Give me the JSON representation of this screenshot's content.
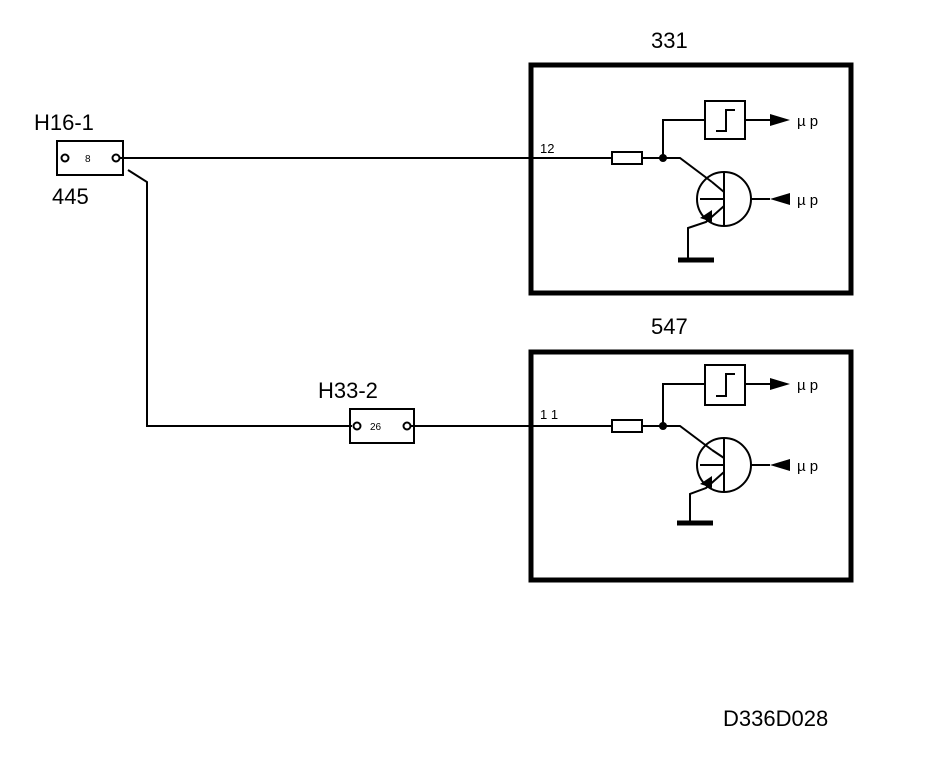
{
  "connectors": {
    "h16": {
      "name": "H16-1",
      "pin": "8",
      "component": "445"
    },
    "h33": {
      "name": "H33-2",
      "pin": "26"
    }
  },
  "modules": {
    "upper": {
      "id": "331",
      "pin": "12",
      "out_label": "µ p",
      "in_label": "µ p"
    },
    "lower": {
      "id": "547",
      "pin": "1 1",
      "out_label": "µ p",
      "in_label": "µ p"
    }
  },
  "figure_code": "D336D028"
}
